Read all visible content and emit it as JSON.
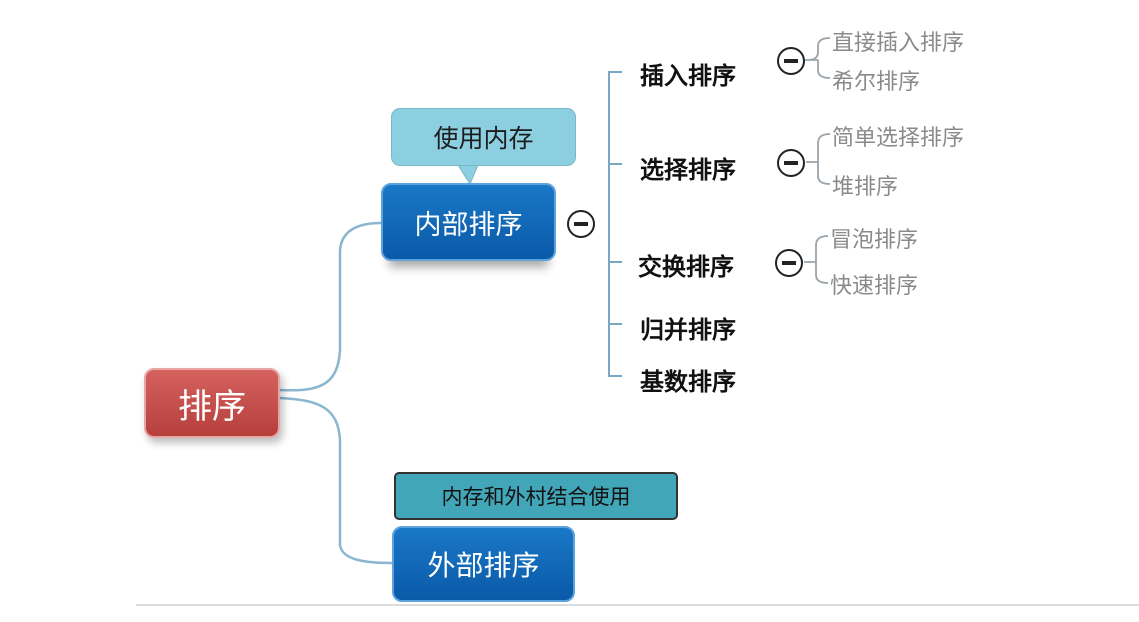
{
  "root": {
    "label": "排序"
  },
  "internal": {
    "label": "内部排序",
    "callout": "使用内存",
    "categories": [
      {
        "label": "插入排序",
        "children": [
          "直接插入排序",
          "希尔排序"
        ]
      },
      {
        "label": "选择排序",
        "children": [
          "简单选择排序",
          "堆排序"
        ]
      },
      {
        "label": "交换排序",
        "children": [
          "冒泡排序",
          "快速排序"
        ]
      },
      {
        "label": "归并排序",
        "children": []
      },
      {
        "label": "基数排序",
        "children": []
      }
    ]
  },
  "external": {
    "label": "外部排序",
    "callout": "内存和外村结合使用"
  },
  "colors": {
    "root": "#c14b48",
    "primary": "#0d63b2",
    "callout_light": "#8ccfe0",
    "callout_dark": "#41a7b8",
    "connector": "#8ab6cf",
    "leaf_text": "#8a8a8a"
  }
}
